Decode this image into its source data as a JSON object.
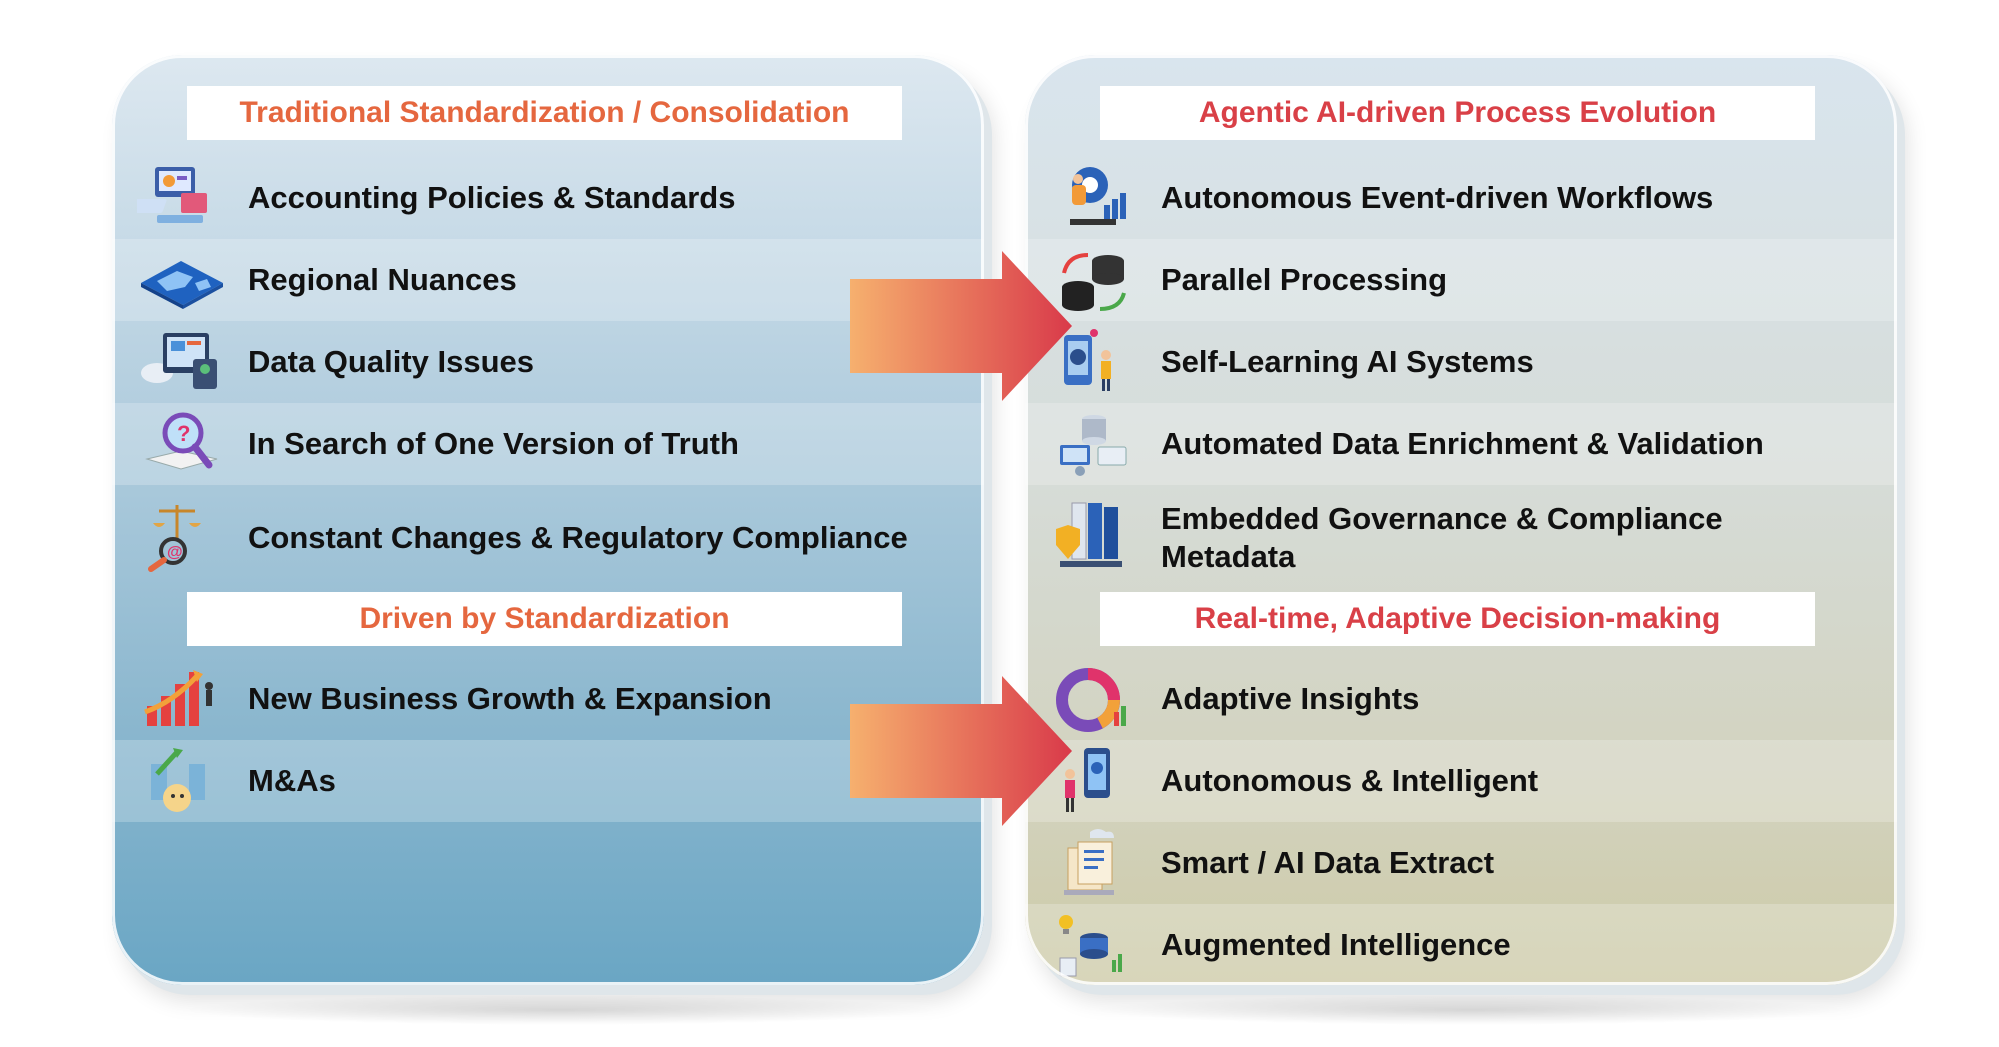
{
  "left_panel": {
    "section1": {
      "title": "Traditional Standardization / Consolidation",
      "items": [
        {
          "label": "Accounting Policies & Standards",
          "icon": "accounting-docs-icon"
        },
        {
          "label": "Regional Nuances",
          "icon": "world-map-icon"
        },
        {
          "label": "Data Quality Issues",
          "icon": "data-quality-icon"
        },
        {
          "label": "In Search of One Version of Truth",
          "icon": "magnifier-question-icon"
        },
        {
          "label": "Constant Changes & Regulatory Compliance",
          "icon": "scales-compliance-icon"
        }
      ]
    },
    "section2": {
      "title": "Driven by Standardization",
      "items": [
        {
          "label": "New Business Growth & Expansion",
          "icon": "growth-chart-icon"
        },
        {
          "label": "M&As",
          "icon": "merger-handshake-icon"
        }
      ]
    }
  },
  "right_panel": {
    "section1": {
      "title": "Agentic AI-driven Process Evolution",
      "items": [
        {
          "label": "Autonomous Event-driven Workflows",
          "icon": "workflow-person-icon"
        },
        {
          "label": "Parallel Processing",
          "icon": "database-sync-icon"
        },
        {
          "label": "Self-Learning AI Systems",
          "icon": "ai-learning-icon"
        },
        {
          "label": "Automated Data Enrichment & Validation",
          "icon": "data-enrichment-icon"
        },
        {
          "label": "Embedded Governance & Compliance Metadata",
          "icon": "governance-shield-icon"
        }
      ]
    },
    "section2": {
      "title": "Real-time, Adaptive Decision-making",
      "items": [
        {
          "label": "Adaptive Insights",
          "icon": "donut-insight-icon"
        },
        {
          "label": "Autonomous & Intelligent",
          "icon": "mobile-analytics-icon"
        },
        {
          "label": "Smart / AI Data Extract",
          "icon": "document-extract-icon"
        },
        {
          "label": "Augmented Intelligence",
          "icon": "bulb-database-icon"
        }
      ]
    }
  },
  "colors": {
    "left_header_text": "#e5673f",
    "right_header_text": "#d94047",
    "arrow_start": "#f6b06e",
    "arrow_end": "#d93a4a"
  }
}
